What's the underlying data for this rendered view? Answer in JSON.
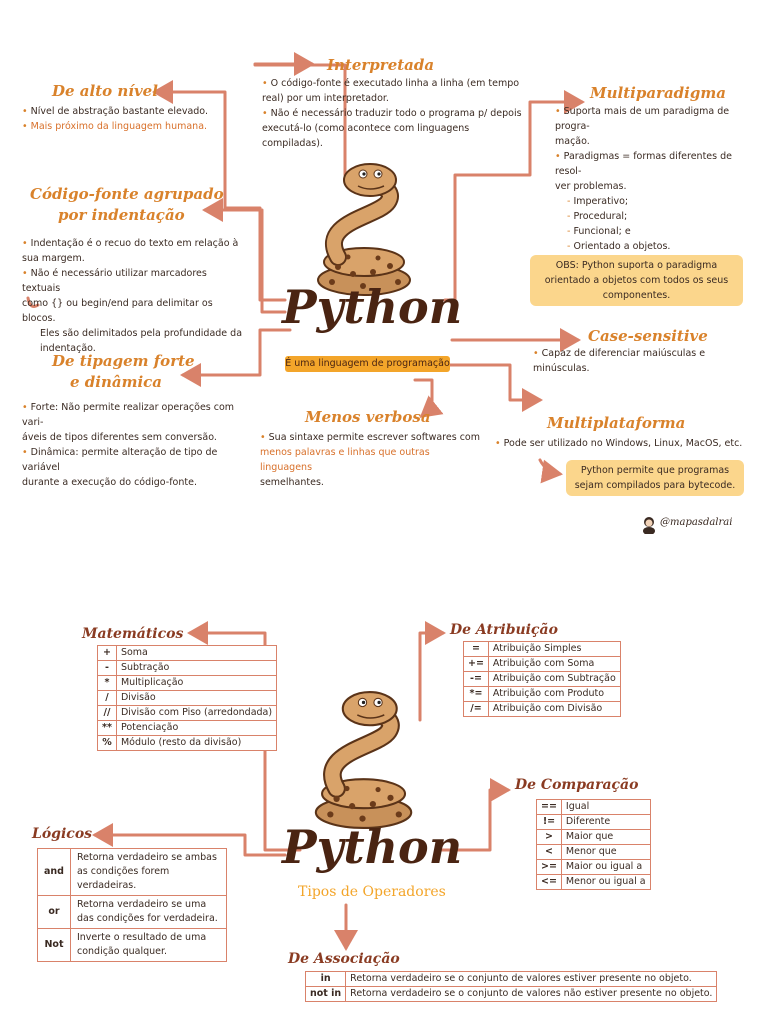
{
  "page1": {
    "title": "Python",
    "subtitle": "É uma linguagem de programação",
    "sections": {
      "alto_nivel": {
        "heading": "De alto nível",
        "items": [
          "Nível de abstração bastante elevado.",
          "Mais próximo da linguagem humana."
        ]
      },
      "interpretada": {
        "heading": "Interpretada",
        "l1": "O código-fonte é executado linha a linha (em tempo",
        "l2": "real) por um interpretador.",
        "l3": "Não é necessário traduzir todo o programa p/ depois",
        "l4": "executá-lo (como acontece com linguagens compiladas)."
      },
      "multiparadigma": {
        "heading": "Multiparadigma",
        "l1": "Suporta mais de um paradigma de progra-",
        "l2": "mação.",
        "l3": "Paradigmas = formas diferentes de resol-",
        "l4": "ver problemas.",
        "paradigms": [
          "Imperativo;",
          "Procedural;",
          "Funcional; e",
          "Orientado a objetos."
        ],
        "note": "OBS: Python suporta o paradigma orientado a objetos com todos os seus componentes."
      },
      "indentacao": {
        "heading1": "Código-fonte agrupado",
        "heading2": "por indentação",
        "l1": "Indentação é o recuo do texto em relação à",
        "l2": "sua margem.",
        "l3": "Não é necessário utilizar marcadores textuais",
        "l4": "como {} ou begin/end para delimitar os blocos.",
        "l5": "Eles são delimitados pela profundidade da",
        "l6": "indentação."
      },
      "tipagem": {
        "heading1": "De tipagem forte",
        "heading2": "e dinâmica",
        "l1": "Forte: Não permite realizar operações com vari-",
        "l2": "áveis de tipos diferentes sem conversão.",
        "l3": "Dinâmica: permite alteração de tipo de variável",
        "l4": "durante a execução do código-fonte."
      },
      "case": {
        "heading": "Case-sensitive",
        "l1": "Capaz de diferenciar maiúsculas e minúsculas."
      },
      "menos_verbosa": {
        "heading": "Menos verbosa",
        "l1": "Sua sintaxe permite escrever softwares com",
        "l2": "menos palavras e linhas que outras linguagens",
        "l3": "semelhantes."
      },
      "multiplataforma": {
        "heading": "Multiplataforma",
        "l1": "Pode ser utilizado no Windows, Linux, MacOS, etc.",
        "note": "Python permite que programas sejam compilados para bytecode."
      }
    },
    "credit": "@mapasdalrai"
  },
  "page2": {
    "title": "Python",
    "subtitle": "Tipos de Operadores",
    "matematicos": {
      "heading": "Matemáticos",
      "rows": [
        [
          "+",
          "Soma"
        ],
        [
          "-",
          "Subtração"
        ],
        [
          "*",
          "Multiplicação"
        ],
        [
          "/",
          "Divisão"
        ],
        [
          "//",
          "Divisão com Piso (arredondada)"
        ],
        [
          "**",
          "Potenciação"
        ],
        [
          "%",
          "Módulo (resto da divisão)"
        ]
      ]
    },
    "atribuicao": {
      "heading": "De Atribuição",
      "rows": [
        [
          "=",
          "Atribuição Simples"
        ],
        [
          "+=",
          "Atribuição com Soma"
        ],
        [
          "-=",
          "Atribuição com Subtração"
        ],
        [
          "*=",
          "Atribuição com Produto"
        ],
        [
          "/=",
          "Atribuição com Divisão"
        ]
      ]
    },
    "comparacao": {
      "heading": "De Comparação",
      "rows": [
        [
          "==",
          "Igual"
        ],
        [
          "!=",
          "Diferente"
        ],
        [
          ">",
          "Maior que"
        ],
        [
          "<",
          "Menor que"
        ],
        [
          ">=",
          "Maior ou igual a"
        ],
        [
          "<=",
          "Menor ou igual a"
        ]
      ]
    },
    "logicos": {
      "heading": "Lógicos",
      "rows": [
        [
          "and",
          "Retorna verdadeiro se ambas as condições forem verdadeiras."
        ],
        [
          "or",
          "Retorna verdadeiro se uma das condições for verdadeira."
        ],
        [
          "Not",
          "Inverte o resultado de uma condição qualquer."
        ]
      ]
    },
    "associacao": {
      "heading": "De Associação",
      "rows": [
        [
          "in",
          "Retorna verdadeiro se o conjunto de valores estiver presente no objeto."
        ],
        [
          "not in",
          "Retorna verdadeiro se o conjunto de valores não estiver presente no objeto."
        ]
      ]
    }
  },
  "colors": {
    "accent": "#d9822b",
    "arrow": "#d9826a",
    "title": "#4a2412",
    "note": "#fbd68c"
  },
  "icons": [
    "python-snake-illustration",
    "arrow-icon",
    "bullet-icon",
    "avatar-icon"
  ]
}
